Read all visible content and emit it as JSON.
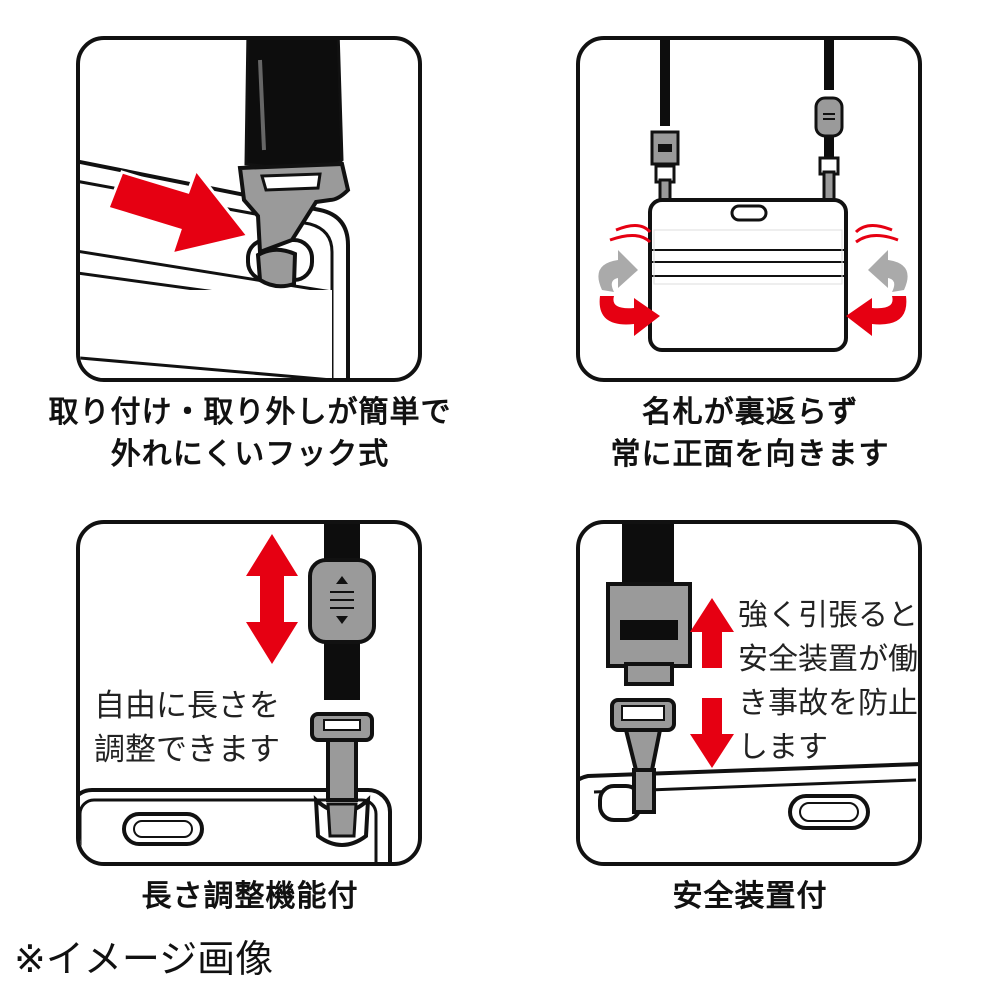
{
  "panels": [
    {
      "caption_lines": [
        "取り付け・取り外しが簡単で",
        "外れにくいフック式"
      ]
    },
    {
      "caption_lines": [
        "名札が裏返らず",
        "常に正面を向きます"
      ]
    },
    {
      "caption_lines": [
        "長さ調整機能付"
      ],
      "inset_lines": [
        "自由に長さを",
        "調整できます"
      ]
    },
    {
      "caption_lines": [
        "安全装置付"
      ],
      "inset_lines": [
        "強く引張ると",
        "安全装置が働",
        "き事故を防止",
        "します"
      ]
    }
  ],
  "note": "※イメージ画像",
  "colors": {
    "accent_red": "#e60012",
    "strap": "#0d0d0d",
    "clip_gray": "#9a9a9a",
    "outline": "#111111"
  },
  "icons": [
    "red-arrow-icon",
    "rotate-arrow-icon",
    "double-arrow-icon"
  ]
}
